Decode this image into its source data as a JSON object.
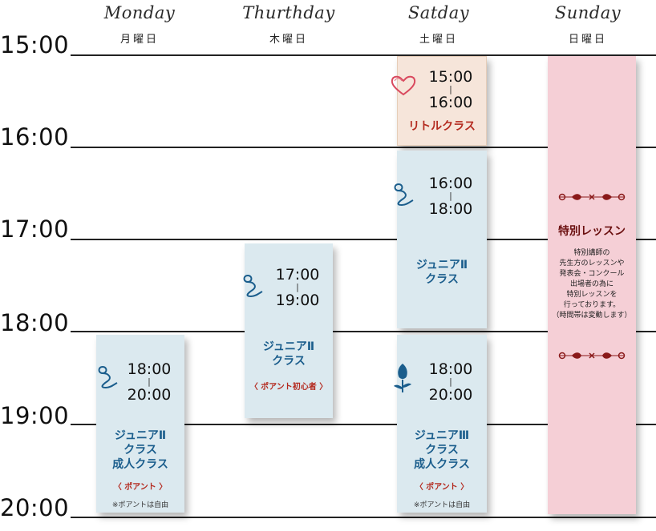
{
  "days": [
    {
      "en": "Monday",
      "jp": "月曜日"
    },
    {
      "en": "Thurthday",
      "jp": "木曜日"
    },
    {
      "en": "Satday",
      "jp": "土曜日"
    },
    {
      "en": "Sunday",
      "jp": "日曜日"
    }
  ],
  "hours": [
    "15:00",
    "16:00",
    "17:00",
    "18:00",
    "19:00",
    "20:00"
  ],
  "colors": {
    "class_blue": "#1a5d8c",
    "accent_red": "#b42a1f",
    "special_title": "#6b1010",
    "block_blue": "#dbe9ef",
    "block_peach": "#f6e5da",
    "block_pink": "#f5cfd6"
  },
  "blocks": {
    "mon": {
      "start": "18:00",
      "tick": "|",
      "end": "20:00",
      "name1": "ジュニアⅡ",
      "name2": "クラス",
      "name3": "成人クラス",
      "tag": "〈 ポアント 〉",
      "note": "※ポアントは自由",
      "icon": "swirl-heart-icon"
    },
    "thu": {
      "start": "17:00",
      "tick": "|",
      "end": "19:00",
      "name1": "ジュニアⅡ",
      "name2": "クラス",
      "tag": "〈 ポアント初心者 〉",
      "icon": "swirl-heart-icon"
    },
    "sat1": {
      "start": "15:00",
      "tick": "|",
      "end": "16:00",
      "name1": "リトルクラス",
      "icon": "heart-icon"
    },
    "sat2": {
      "start": "16:00",
      "tick": "|",
      "end": "18:00",
      "name1": "ジュニアⅡ",
      "name2": "クラス",
      "icon": "swirl-heart-icon"
    },
    "sat3": {
      "start": "18:00",
      "tick": "|",
      "end": "20:00",
      "name1": "ジュニアⅢ",
      "name2": "クラス",
      "name3": "成人クラス",
      "tag": "〈 ポアント 〉",
      "note": "※ポアントは自由",
      "icon": "tulip-icon"
    },
    "sun": {
      "title": "特別レッスン",
      "desc": [
        "特別講師の",
        "先生方のレッスンや",
        "発表会・コンクール",
        "出場者の為に",
        "特別レッスンを",
        "行っております。",
        "（時間帯は変動します）"
      ],
      "icon": "ornament-divider-icon"
    }
  }
}
